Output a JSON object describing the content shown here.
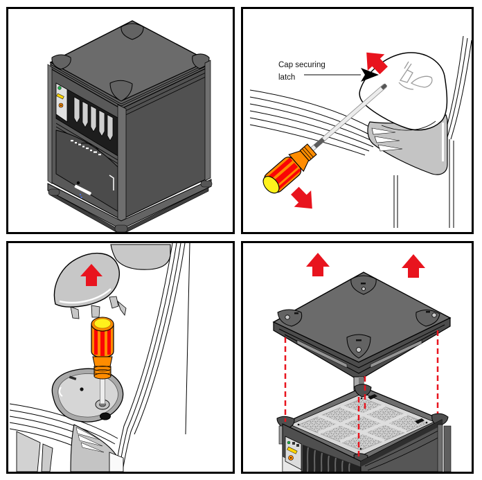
{
  "panels": [
    {
      "id": "system-overview"
    },
    {
      "id": "cap-latch-release",
      "callout": {
        "line1": "Cap securing",
        "line2": "latch"
      }
    },
    {
      "id": "cap-lift-off"
    },
    {
      "id": "top-cover-removal"
    }
  ],
  "colors": {
    "page_bg": "#ffffff",
    "frame": "#000000",
    "arrow_red": "#e8141e",
    "screwdriver_orange": "#ff8c00",
    "screwdriver_red": "#fa0505",
    "screwdriver_yellow": "#fff21c",
    "shaft_gray": "#ececec",
    "cap_gray": "#c7c7c7",
    "recess_rim": "#a9a9a9",
    "recess_floor": "#d6d6d6",
    "lid_top": "#6b6b6b",
    "lid_side": "#4c4c4c",
    "tower_top": "#6b6b6b",
    "tower_front": "#595959",
    "tower_side": "#515151",
    "bay_dark": "#1d1d1d",
    "mesh_base": "#cfcfcf",
    "mesh_dot": "#8d8d8d",
    "hand_gray": "#c4c4c4",
    "led_green": "#21b14c",
    "led_yellow": "#ffd400",
    "led_orange": "#ff8a00",
    "latch_line": "#9b9b9b",
    "logo_white": "#ffffff"
  }
}
